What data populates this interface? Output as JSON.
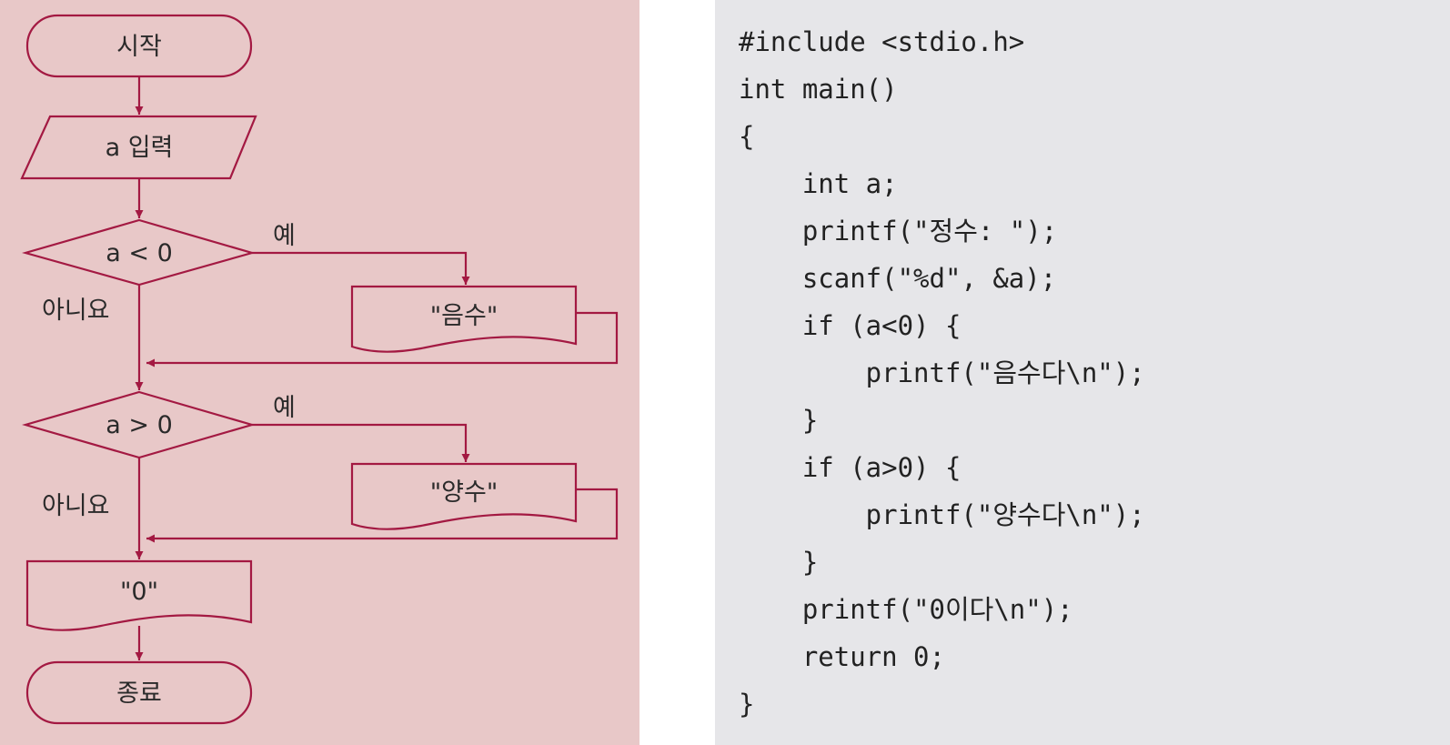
{
  "flowchart": {
    "colors": {
      "stroke": "#a31942",
      "panel": "#e8c8c8",
      "text": "#2a2a2a"
    },
    "start": "시작",
    "input": "a 입력",
    "decision1": {
      "condition": "a < 0",
      "yes": "예",
      "no": "아니요",
      "output": "\"음수\""
    },
    "decision2": {
      "condition": "a > 0",
      "yes": "예",
      "no": "아니요",
      "output": "\"양수\""
    },
    "zero_output": "\"0\"",
    "end": "종료"
  },
  "code": {
    "lines": [
      "#include <stdio.h>",
      "int main()",
      "{",
      "    int a;",
      "    printf(\"정수: \");",
      "    scanf(\"%d\", &a);",
      "    if (a<0) {",
      "        printf(\"음수다\\n\");",
      "    }",
      "    if (a>0) {",
      "        printf(\"양수다\\n\");",
      "    }",
      "    printf(\"0이다\\n\");",
      "    return 0;",
      "}"
    ]
  }
}
